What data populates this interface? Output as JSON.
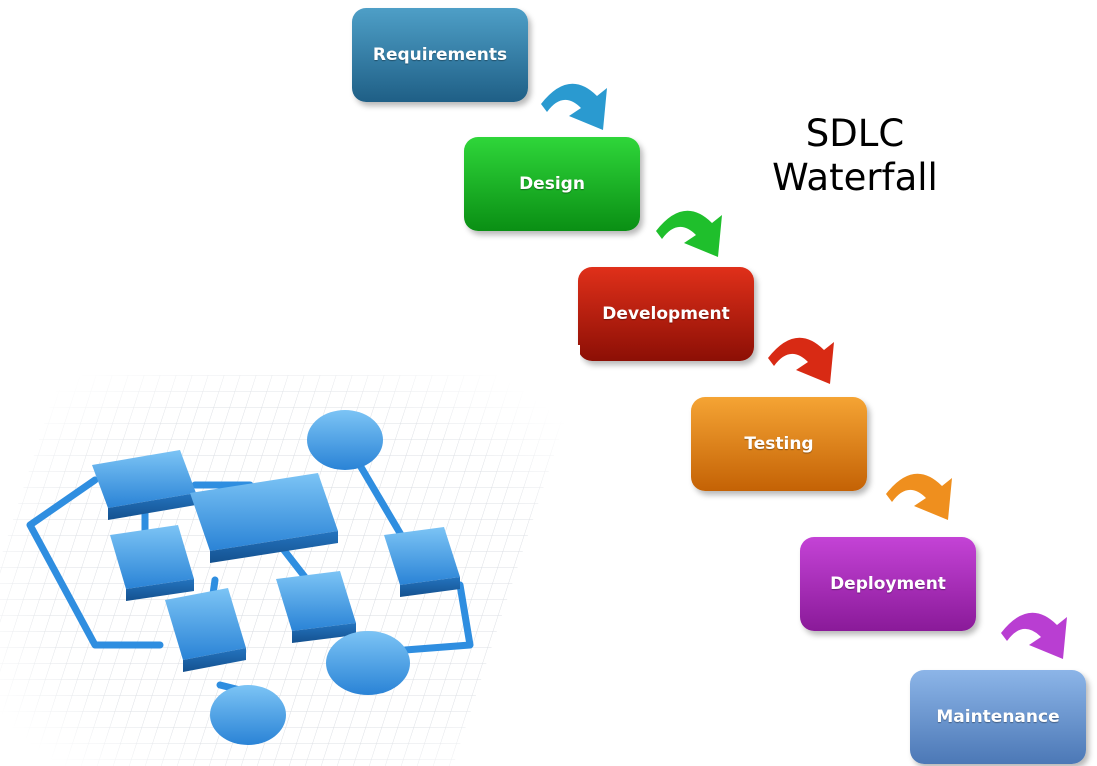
{
  "title": {
    "line1": "SDLC",
    "line2": "Waterfall"
  },
  "steps": [
    {
      "label": "Requirements",
      "color_top": "#4e9fc7",
      "color_bottom": "#1f5f86"
    },
    {
      "label": "Design",
      "color_top": "#2fd63a",
      "color_bottom": "#0a8f14"
    },
    {
      "label": "Development",
      "color_top": "#e0301a",
      "color_bottom": "#8c0f05"
    },
    {
      "label": "Testing",
      "color_top": "#f5a434",
      "color_bottom": "#c46205"
    },
    {
      "label": "Deployment",
      "color_top": "#c443d6",
      "color_bottom": "#8a1a99"
    },
    {
      "label": "Maintenance",
      "color_top": "#8cb5e8",
      "color_bottom": "#4c78b6"
    }
  ],
  "arrows": [
    {
      "icon": "curved-arrow",
      "color": "#2a9ad0"
    },
    {
      "icon": "curved-arrow",
      "color": "#1fbf2c"
    },
    {
      "icon": "curved-arrow",
      "color": "#d82a14"
    },
    {
      "icon": "curved-arrow",
      "color": "#ef8f1e"
    },
    {
      "icon": "curved-arrow",
      "color": "#b93ed2"
    }
  ],
  "flowchart_image": {
    "icon": "flowchart-illustration",
    "color": "#3a9be0"
  }
}
